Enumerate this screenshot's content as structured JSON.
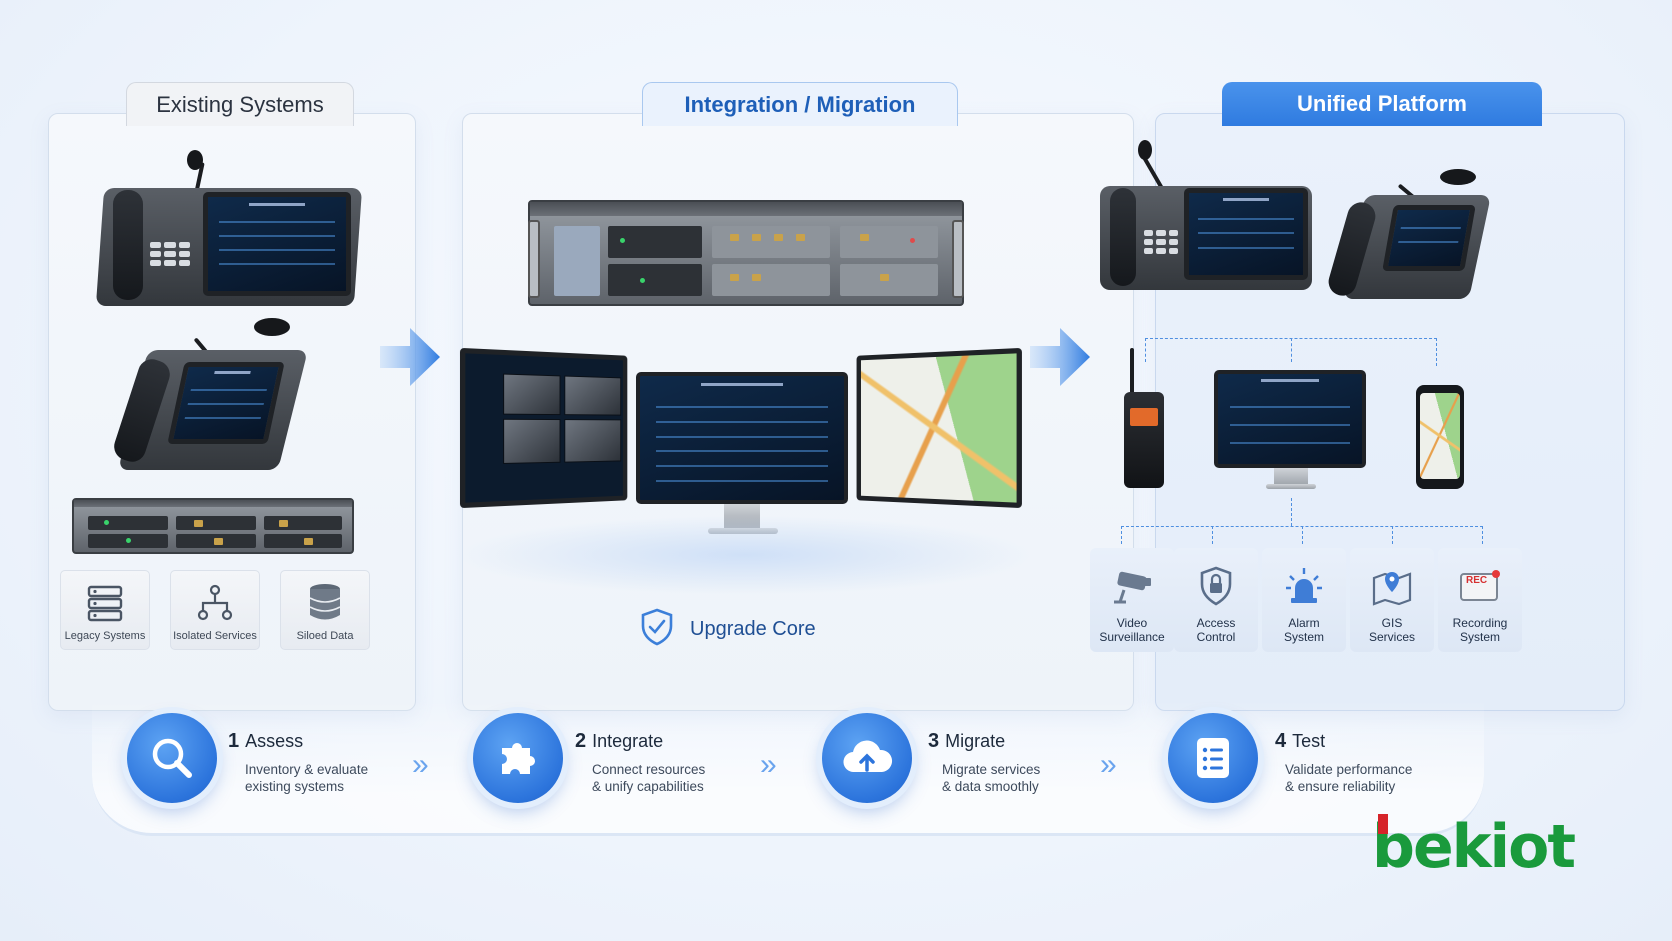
{
  "panels": {
    "existing": {
      "title": "Existing Systems",
      "tiles": [
        {
          "icon": "server-stack-icon",
          "label": "Legacy Systems"
        },
        {
          "icon": "network-tree-icon",
          "label": "Isolated Services"
        },
        {
          "icon": "database-icon",
          "label": "Siloed Data"
        }
      ]
    },
    "integration": {
      "title": "Integration / Migration",
      "core_label": "Upgrade Core",
      "core_icon": "shield-check-icon"
    },
    "unified": {
      "title": "Unified Platform",
      "services": [
        {
          "icon": "cctv-camera-icon",
          "label": "Video\nSurveillance"
        },
        {
          "icon": "lock-shield-icon",
          "label": "Access\nControl"
        },
        {
          "icon": "alarm-beacon-icon",
          "label": "Alarm\nSystem"
        },
        {
          "icon": "map-pin-icon",
          "label": "GIS\nServices"
        },
        {
          "icon": "rec-icon",
          "label": "Recording\nSystem",
          "badge": "REC"
        }
      ]
    }
  },
  "steps": [
    {
      "num": "1",
      "title": "Assess",
      "desc": "Inventory & evaluate\nexisting systems",
      "icon": "magnifier-icon"
    },
    {
      "num": "2",
      "title": "Integrate",
      "desc": "Connect resources\n& unify capabilities",
      "icon": "puzzle-icon"
    },
    {
      "num": "3",
      "title": "Migrate",
      "desc": "Migrate services\n& data smoothly",
      "icon": "cloud-upload-icon"
    },
    {
      "num": "4",
      "title": "Test",
      "desc": "Validate performance\n& ensure reliability",
      "icon": "checklist-icon"
    }
  ],
  "step_separator": "»",
  "brand": {
    "logo_text": "bekiot",
    "color": "#1a9a3c",
    "accent": "#d6242a"
  },
  "colors": {
    "accent_blue": "#2f7be0",
    "panel_border": "#d3deec"
  }
}
